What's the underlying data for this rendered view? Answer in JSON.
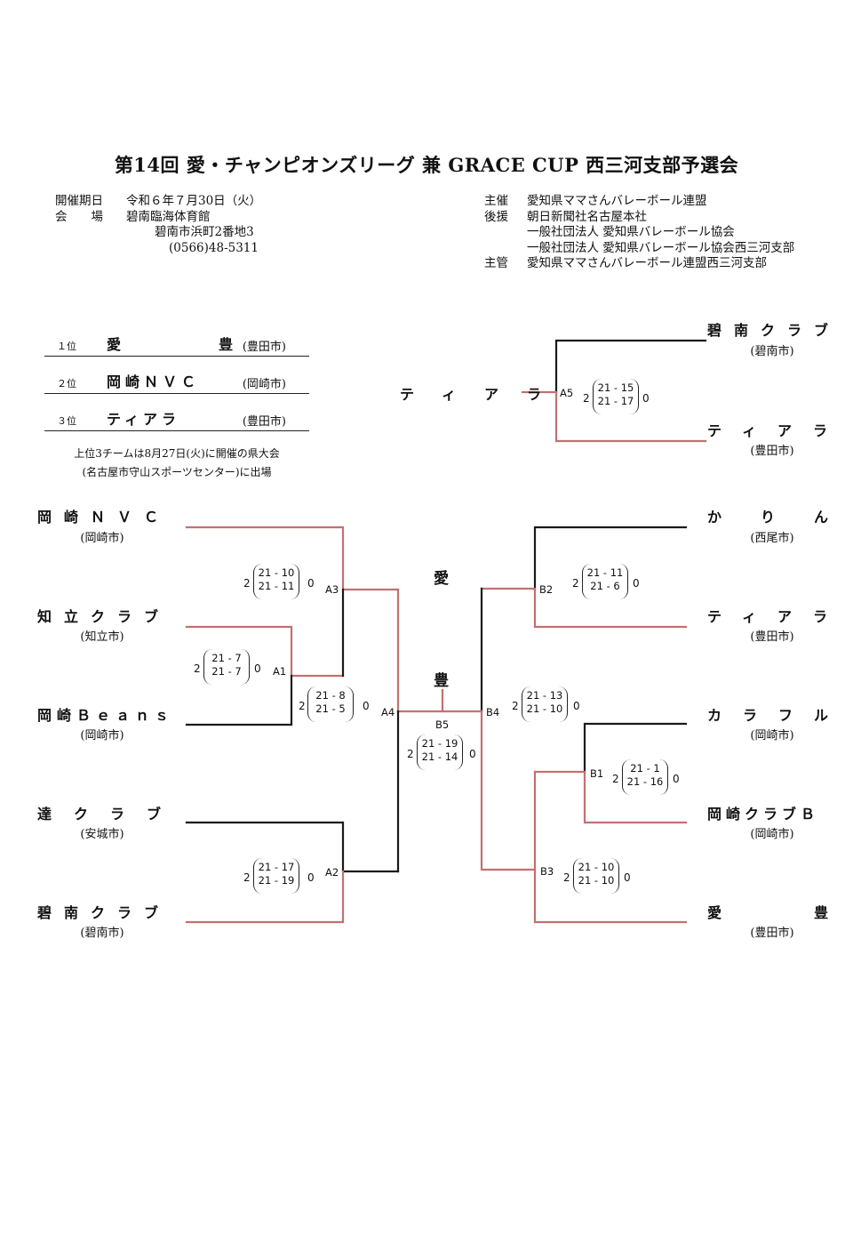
{
  "title": "第14回 愛・チャンピオンズリーグ 兼 GRACE CUP 西三河支部予選会",
  "info_left": {
    "date_label": "開催期日",
    "date_value": "令和６年７月30日（火）",
    "venue_label": "会　　場",
    "venue_value": "碧南臨海体育館",
    "address": "碧南市浜町2番地3",
    "phone": "(0566)48-5311"
  },
  "info_right": {
    "host_label": "主催",
    "host_value": "愛知県ママさんバレーボール連盟",
    "support_label": "後援",
    "support_values": [
      "朝日新聞社名古屋本社",
      "一般社団法人 愛知県バレーボール協会",
      "一般社団法人 愛知県バレーボール協会西三河支部"
    ],
    "organizer_label": "主管",
    "organizer_value": "愛知県ママさんバレーボール連盟西三河支部"
  },
  "rankings": [
    {
      "pos": "１位",
      "name": "愛　　　　　豊",
      "city": "(豊田市)"
    },
    {
      "pos": "２位",
      "name": "岡崎ＮＶＣ",
      "city": "(岡崎市)"
    },
    {
      "pos": "３位",
      "name": "ティアラ",
      "city": "(豊田市)"
    }
  ],
  "note_lines": [
    "上位3チームは8月27日(火)に開催の県大会",
    "(名古屋市守山スポーツセンター)に出場"
  ],
  "left_teams": [
    {
      "name": "岡崎ＮＶＣ",
      "city": "(岡崎市)"
    },
    {
      "name": "知立クラブ",
      "city": "(知立市)"
    },
    {
      "name": "岡崎Ｂｅａｎｓ",
      "city": "(岡崎市)"
    },
    {
      "name": "達クラブ",
      "city": "(安城市)"
    },
    {
      "name": "碧南クラブ",
      "city": "(碧南市)"
    }
  ],
  "right_teams": [
    {
      "name": "かりん",
      "city": "(西尾市)"
    },
    {
      "name": "ティアラ",
      "city": "(豊田市)"
    },
    {
      "name": "カラフル",
      "city": "(岡崎市)"
    },
    {
      "name": "岡崎クラブＢ",
      "city": "(岡崎市)"
    },
    {
      "name": "愛　　　　豊",
      "city": "(豊田市)"
    }
  ],
  "third_place": {
    "team_top": {
      "name": "碧南クラブ",
      "city": "(碧南市)"
    },
    "team_bottom": {
      "name": "ティアラ",
      "city": "(豊田市)"
    },
    "winner": "ティアラ"
  },
  "champion": [
    "愛",
    "豊"
  ],
  "matches": {
    "A1": {
      "code": "A1",
      "win": "2",
      "sets": [
        "21 - 7",
        "21 - 7"
      ],
      "lose": "0"
    },
    "A2": {
      "code": "A2",
      "win": "2",
      "sets": [
        "21 - 17",
        "21 - 19"
      ],
      "lose": "0"
    },
    "A3": {
      "code": "A3",
      "win": "2",
      "sets": [
        "21 - 10",
        "21 - 11"
      ],
      "lose": "0"
    },
    "A4": {
      "code": "A4",
      "win": "2",
      "sets": [
        "21 - 8",
        "21 - 5"
      ],
      "lose": "0"
    },
    "A5": {
      "code": "A5",
      "win": "2",
      "sets": [
        "21 - 15",
        "21 - 17"
      ],
      "lose": "0"
    },
    "B1": {
      "code": "B1",
      "win": "2",
      "sets": [
        "21 - 1",
        "21 - 16"
      ],
      "lose": "0"
    },
    "B2": {
      "code": "B2",
      "win": "2",
      "sets": [
        "21 - 11",
        "21 - 6"
      ],
      "lose": "0"
    },
    "B3": {
      "code": "B3",
      "win": "2",
      "sets": [
        "21 - 10",
        "21 - 10"
      ],
      "lose": "0"
    },
    "B4": {
      "code": "B4",
      "win": "2",
      "sets": [
        "21 - 13",
        "21 - 10"
      ],
      "lose": "0"
    },
    "B5": {
      "code": "B5",
      "win": "2",
      "sets": [
        "21 - 19",
        "21 - 14"
      ],
      "lose": "0"
    }
  },
  "colors": {
    "win_line": "#c47070",
    "line": "#1a1a1a"
  }
}
